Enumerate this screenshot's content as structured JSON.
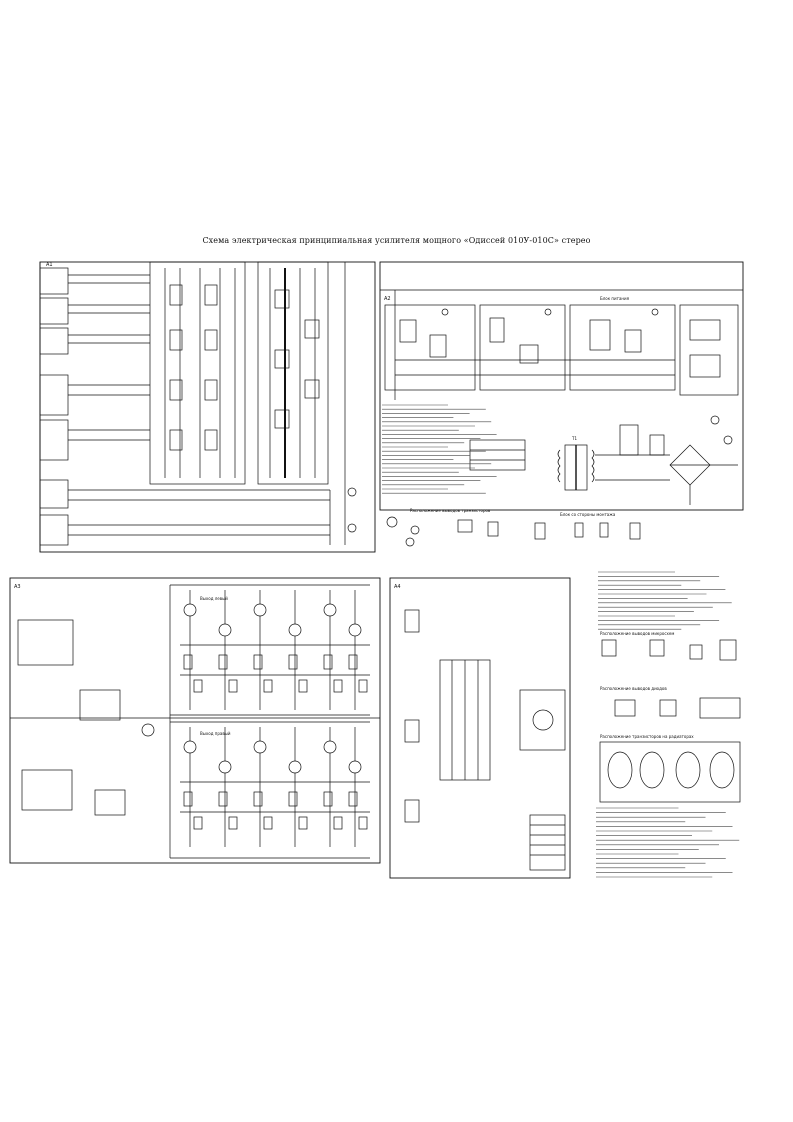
{
  "title": "Схема электрическая принципиальная усилителя мощного «Одиссей 010У-010С» стерео",
  "labels": {
    "pinout_transistors": "Расположение выводов транзисторов",
    "pinout_chips": "Расположение выводов микросхем",
    "pinout_diodes": "Расположение выводов диодов",
    "connectors_note": "Блок со стороны монтажа",
    "transformer": "Т1",
    "radiator_note": "Расположение транзисторов на радиаторах",
    "block_a1": "А1",
    "block_a2": "А2",
    "block_a3": "А3",
    "block_a4": "А4",
    "power_block": "Блок питания",
    "output_left": "Выход левый",
    "output_right": "Выход правый"
  },
  "colors": {
    "ink": "#111111",
    "paper": "#ffffff",
    "grey": "#555555"
  }
}
